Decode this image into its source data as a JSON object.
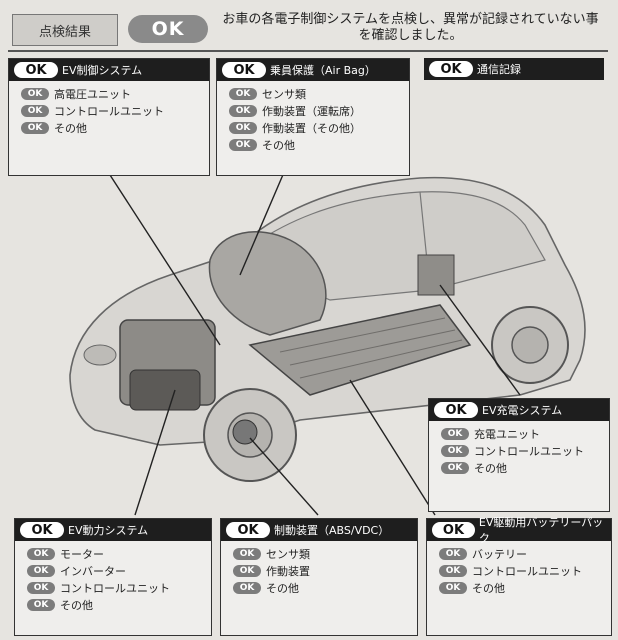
{
  "summary": {
    "label": "点検結果",
    "result": "OK",
    "message_line1": "お車の各電子制御システムを点検し、異常が記録されていない事",
    "message_line2": "を確認しました。"
  },
  "panels": {
    "ev_control": {
      "status": "OK",
      "title": "EV制御システム",
      "items": [
        {
          "status": "OK",
          "label": "高電圧ユニット"
        },
        {
          "status": "OK",
          "label": "コントロールユニット"
        },
        {
          "status": "OK",
          "label": "その他"
        }
      ]
    },
    "airbag": {
      "status": "OK",
      "title": "乗員保護（Air Bag）",
      "items": [
        {
          "status": "OK",
          "label": "センサ類"
        },
        {
          "status": "OK",
          "label": "作動装置（運転席）"
        },
        {
          "status": "OK",
          "label": "作動装置（その他）"
        },
        {
          "status": "OK",
          "label": "その他"
        }
      ]
    },
    "comm": {
      "status": "OK",
      "title": "通信記録"
    },
    "ev_charge": {
      "status": "OK",
      "title": "EV充電システム",
      "items": [
        {
          "status": "OK",
          "label": "充電ユニット"
        },
        {
          "status": "OK",
          "label": "コントロールユニット"
        },
        {
          "status": "OK",
          "label": "その他"
        }
      ]
    },
    "ev_power": {
      "status": "OK",
      "title": "EV動力システム",
      "items": [
        {
          "status": "OK",
          "label": "モーター"
        },
        {
          "status": "OK",
          "label": "インバーター"
        },
        {
          "status": "OK",
          "label": "コントロールユニット"
        },
        {
          "status": "OK",
          "label": "その他"
        }
      ]
    },
    "brake": {
      "status": "OK",
      "title": "制動装置（ABS/VDC）",
      "items": [
        {
          "status": "OK",
          "label": "センサ類"
        },
        {
          "status": "OK",
          "label": "作動装置"
        },
        {
          "status": "OK",
          "label": "その他"
        }
      ]
    },
    "battery": {
      "status": "OK",
      "title": "EV駆動用バッテリーパック",
      "items": [
        {
          "status": "OK",
          "label": "バッテリー"
        },
        {
          "status": "OK",
          "label": "コントロールユニット"
        },
        {
          "status": "OK",
          "label": "その他"
        }
      ]
    }
  }
}
